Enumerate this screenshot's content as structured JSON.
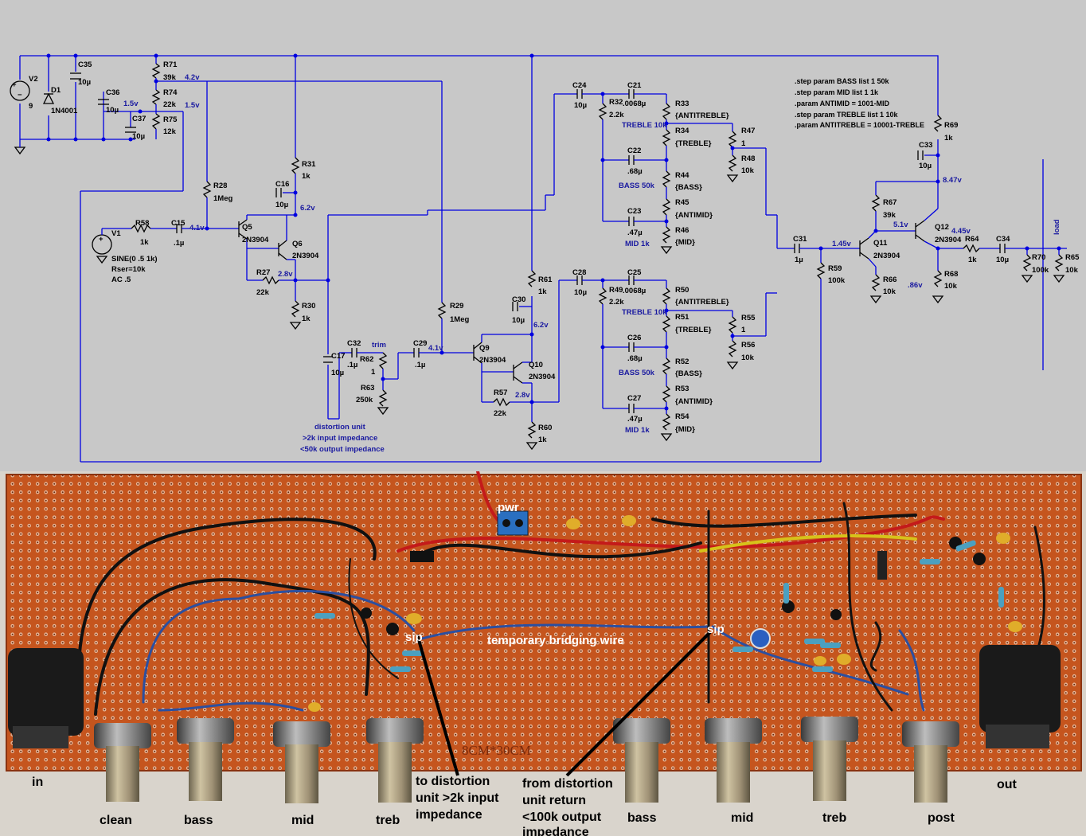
{
  "schematic": {
    "labels": {
      "V2": "V2",
      "V2v": "9",
      "D1": "D1",
      "D1v": "1N4001",
      "C35": "C35",
      "C35v": "10µ",
      "C36": "C36",
      "C36v": "10µ",
      "C37": "C37",
      "C37v": "10µ",
      "R71": "R71",
      "R71v": "39k",
      "R74": "R74",
      "R74v": "22k",
      "R75": "R75",
      "R75v": "12k",
      "n42": "4.2v",
      "n15a": "1.5v",
      "n15b": "1.5v",
      "R31": "R31",
      "R31v": "1k",
      "C16": "C16",
      "C16v": "10µ",
      "n62a": "6.2v",
      "R28": "R28",
      "R28v": "1Meg",
      "V1": "V1",
      "V1a": "SINE(0 .5 1k)",
      "V1b": "Rser=10k",
      "V1c": "AC .5",
      "R58": "R58",
      "R58v": "1k",
      "C15": "C15",
      "C15v": ".1µ",
      "n41a": "4.1v",
      "Q5": "Q5",
      "Q5v": "2N3904",
      "Q6": "Q6",
      "Q6v": "2N3904",
      "R27": "R27",
      "R27v": "22k",
      "n28a": "2.8v",
      "R30": "R30",
      "R30v": "1k",
      "C17": "C17",
      "C17v": "10µ",
      "C32": "C32",
      "C32v": ".1µ",
      "trim": "trim",
      "R62": "R62",
      "R62v": "1",
      "R63": "R63",
      "R63v": "250k",
      "dist1": "distortion unit",
      "dist2": ">2k input impedance",
      "dist3": "<50k output impedance",
      "R29": "R29",
      "R29v": "1Meg",
      "C29": "C29",
      "C29v": ".1µ",
      "n41b": "4.1v",
      "Q9": "Q9",
      "Q9v": "2N3904",
      "Q10": "Q10",
      "Q10v": "2N3904",
      "R57": "R57",
      "R57v": "22k",
      "n28b": "2.8v",
      "R60": "R60",
      "R60v": "1k",
      "R61": "R61",
      "R61v": "1k",
      "C30": "C30",
      "C30v": "10µ",
      "n62b": "6.2v",
      "C24": "C24",
      "C24v": "10µ",
      "C21": "C21",
      "C21v": ".0068µ",
      "R32": "R32",
      "R32v": "2.2k",
      "R33": "R33",
      "R33v": "{ANTITREBLE}",
      "R34": "R34",
      "R34v": "{TREBLE}",
      "tre1": "TREBLE 10k",
      "C22": "C22",
      "C22v": ".68µ",
      "R44": "R44",
      "R44v": "{BASS}",
      "bas1": "BASS 50k",
      "C23": "C23",
      "C23v": ".47µ",
      "R45": "R45",
      "R45v": "{ANTIMID}",
      "R46": "R46",
      "R46v": "{MID}",
      "mid1": "MID 1k",
      "R47": "R47",
      "R47v": "1",
      "R48": "R48",
      "R48v": "10k",
      "C28": "C28",
      "C28v": "10µ",
      "C25": "C25",
      "C25v": ".0068µ",
      "R49": "R49",
      "R49v": "2.2k",
      "R50": "R50",
      "R50v": "{ANTITREBLE}",
      "R51": "R51",
      "R51v": "{TREBLE}",
      "tre2": "TREBLE 10k",
      "C26": "C26",
      "C26v": ".68µ",
      "R52": "R52",
      "R52v": "{BASS}",
      "bas2": "BASS 50k",
      "C27": "C27",
      "C27v": ".47µ",
      "R53": "R53",
      "R53v": "{ANTIMID}",
      "R54": "R54",
      "R54v": "{MID}",
      "mid2": "MID 1k",
      "R55": "R55",
      "R55v": "1",
      "R56": "R56",
      "R56v": "10k",
      "C31": "C31",
      "C31v": "1µ",
      "n145": "1.45v",
      "R59": "R59",
      "R59v": "100k",
      "R67": "R67",
      "R67v": "39k",
      "n51": "5.1v",
      "Q11": "Q11",
      "Q11v": "2N3904",
      "R66": "R66",
      "R66v": "10k",
      "n86": ".86v",
      "R69": "R69",
      "R69v": "1k",
      "C33": "C33",
      "C33v": "10µ",
      "n847": "8.47v",
      "Q12": "Q12",
      "Q12v": "2N3904",
      "n445": "4.45v",
      "R64": "R64",
      "R64v": "1k",
      "C34": "C34",
      "C34v": "10µ",
      "R68": "R68",
      "R68v": "10k",
      "R70": "R70",
      "R70v": "100k",
      "R65": "R65",
      "R65v": "10k",
      "load": "load"
    },
    "directives": [
      ".step param BASS list 1 50k",
      ".step param MID list 1 1k",
      ".param ANTIMID = 1001-MID",
      ".step param TREBLE list 1 10k",
      ".param ANTITREBLE = 10001-TREBLE"
    ],
    "colors": {
      "wire": "#0000e0",
      "background": "#c8c8c8"
    }
  },
  "photo": {
    "pwr": "pwr",
    "sip_left": "sip",
    "sip_right": "sip",
    "bridge": "temporary bridging wire",
    "jack_in": "in",
    "jack_out": "out",
    "knobs": [
      "clean",
      "bass",
      "mid",
      "treb",
      "bass",
      "mid",
      "treb",
      "post"
    ],
    "to_dist": [
      "to distortion",
      "unit >2k input",
      "impedance"
    ],
    "from_dist": [
      "from distortion",
      "unit return",
      "<100k output",
      "impedance"
    ],
    "board_mark": "8CM*30CM",
    "colors": {
      "board": "#c5551e",
      "knob": "#a89a78"
    }
  }
}
